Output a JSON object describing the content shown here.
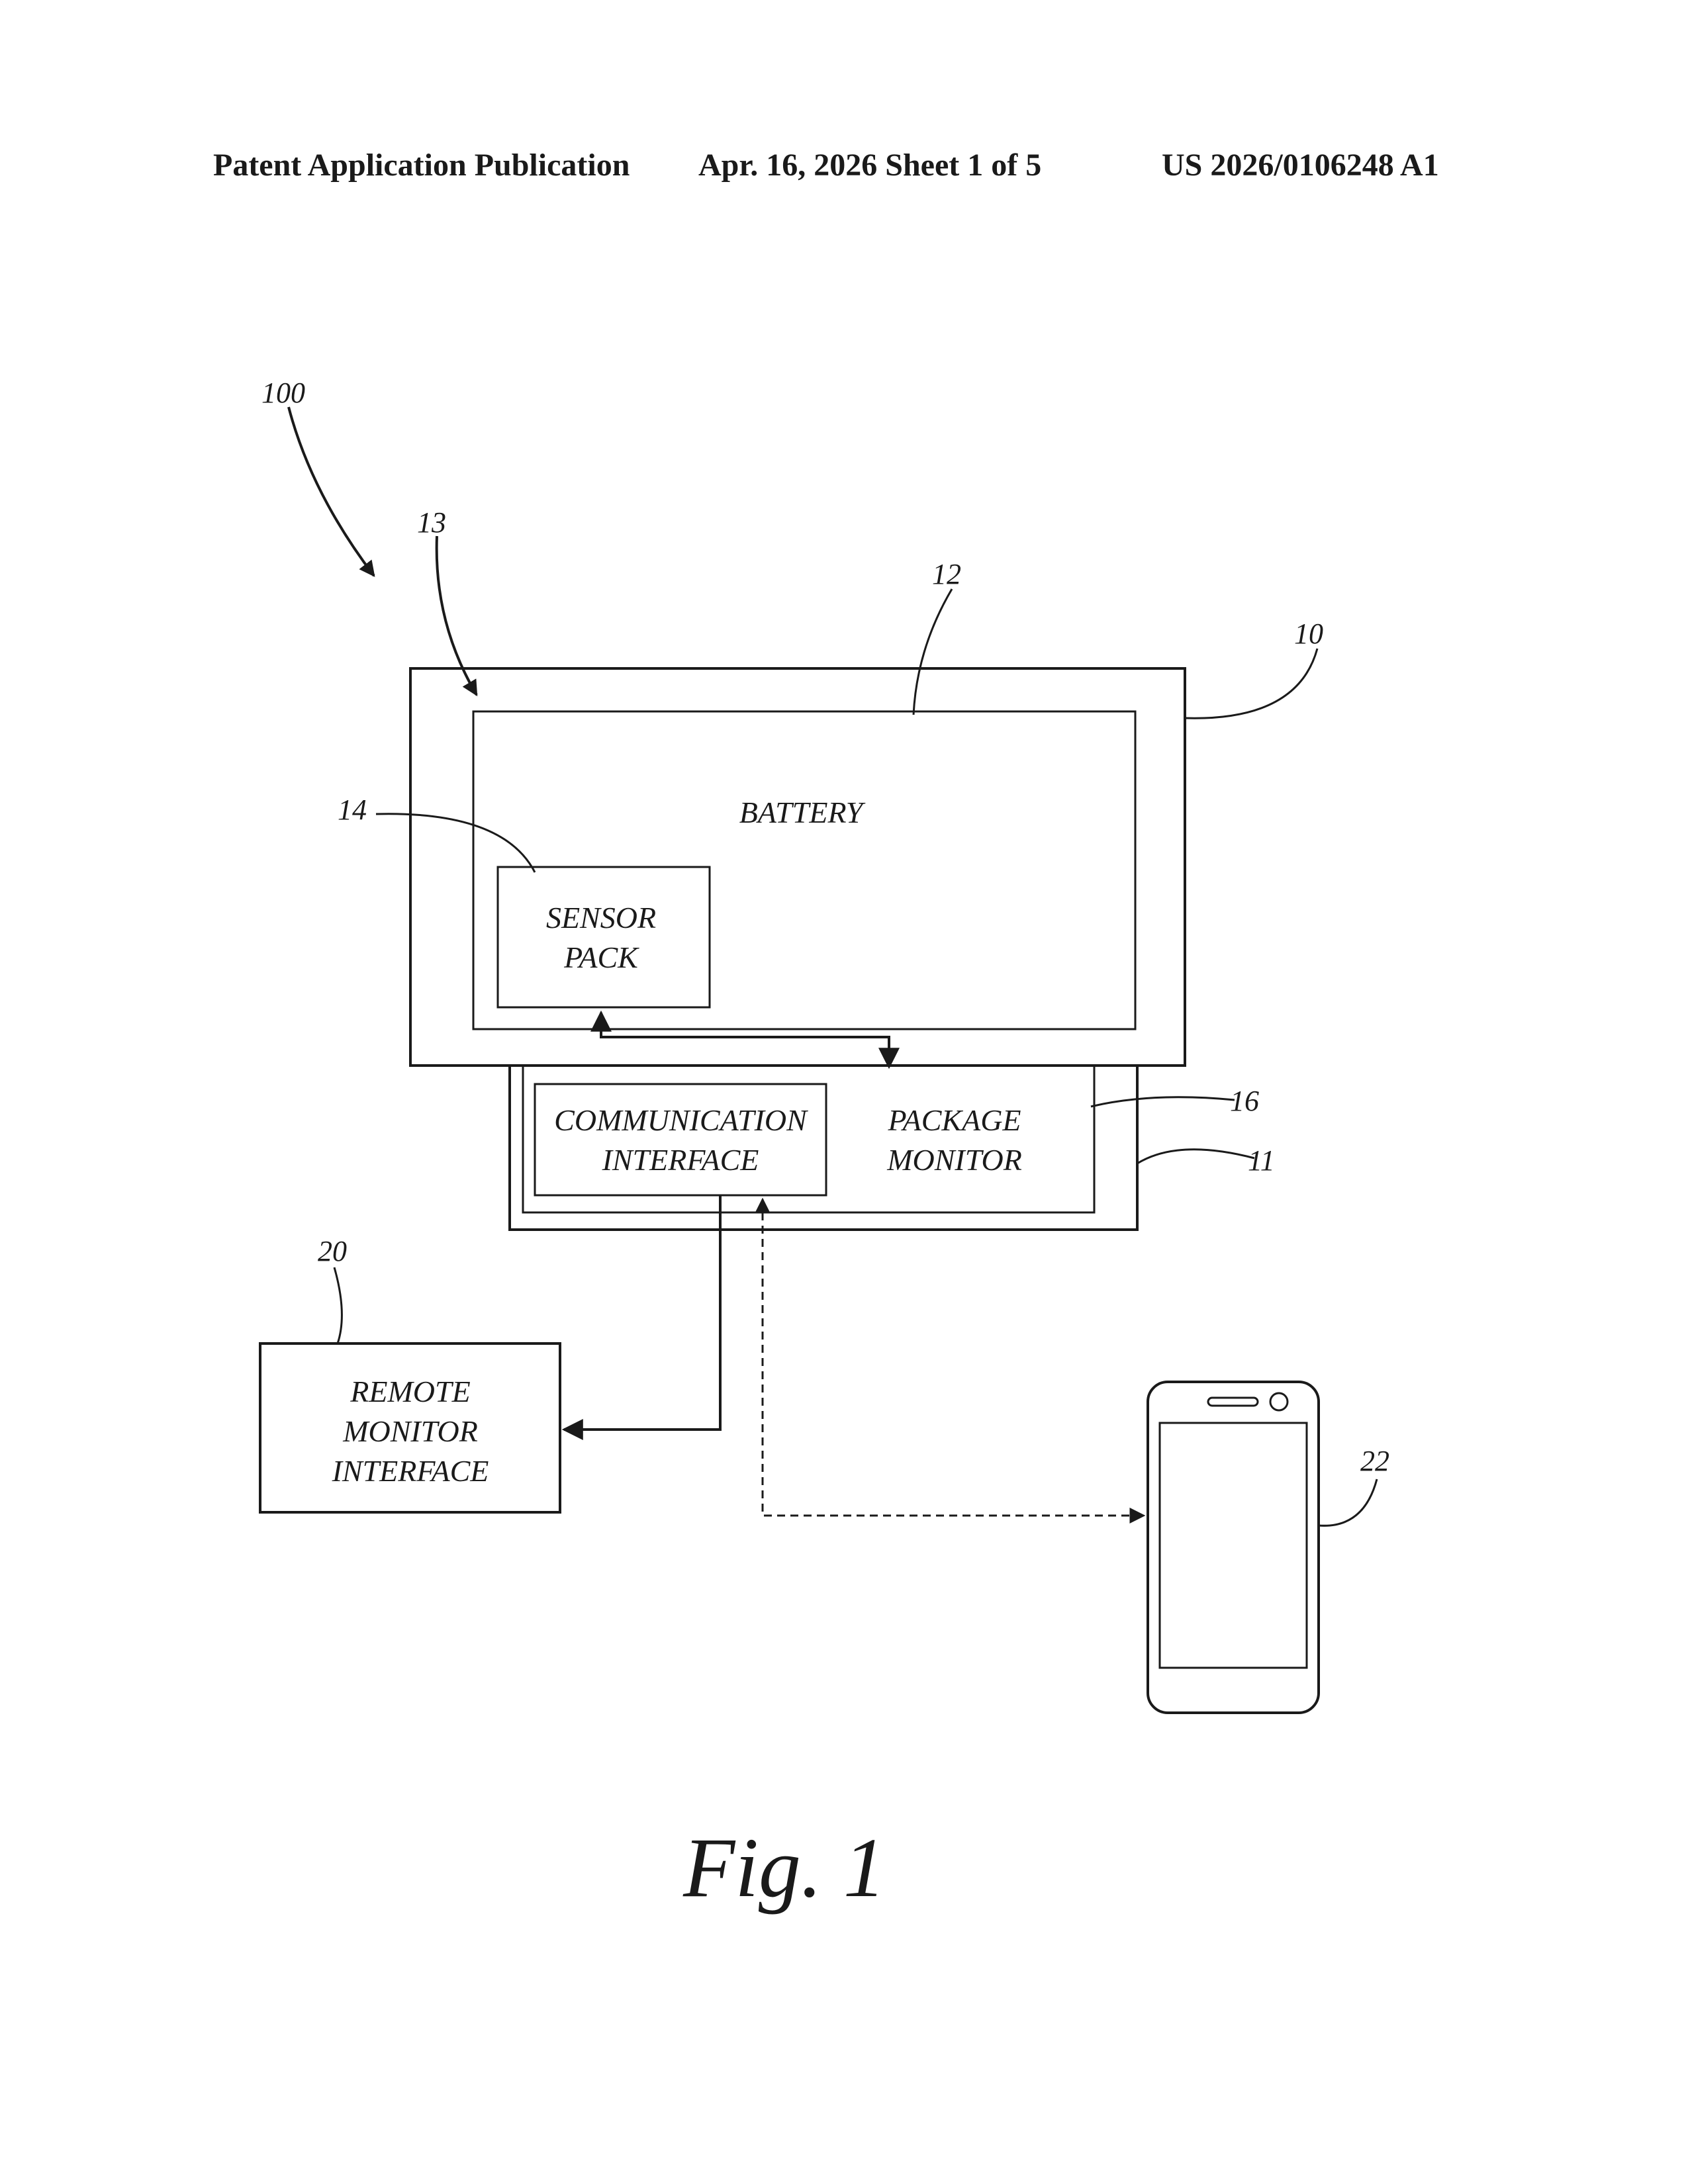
{
  "header": {
    "publication": "Patent Application Publication",
    "date_sheet": "Apr. 16, 2026  Sheet 1 of 5",
    "number": "US 2026/0106248 A1"
  },
  "figure": {
    "refs": {
      "system": "100",
      "opening": "13",
      "battery": "12",
      "enclosure": "10",
      "sensor_pack": "14",
      "package_monitor": "16",
      "housing": "11",
      "remote": "20",
      "device": "22"
    },
    "labels": {
      "battery": "BATTERY",
      "sensor_pack_line1": "SENSOR",
      "sensor_pack_line2": "PACK",
      "comm_line1": "COMMUNICATION",
      "comm_line2": "INTERFACE",
      "pkg_line1": "PACKAGE",
      "pkg_line2": "MONITOR",
      "remote_line1": "REMOTE",
      "remote_line2": "MONITOR",
      "remote_line3": "INTERFACE"
    },
    "caption": "Fig. 1"
  }
}
